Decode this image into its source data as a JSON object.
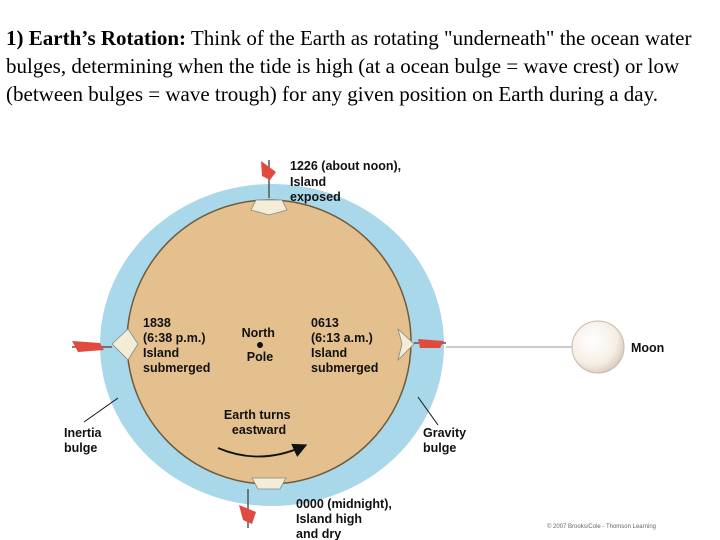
{
  "intro": {
    "heading": "1) Earth’s Rotation:",
    "body": " Think of the Earth as rotating \"underneath\" the ocean water bulges, determining when the tide is high (at a ocean bulge = wave crest) or low (between bulges = wave trough) for any given position on Earth during a day."
  },
  "diagram": {
    "top_label": [
      "1226 (about noon),",
      "Island",
      "exposed"
    ],
    "left_label": [
      "1838",
      "(6:38 p.m.)",
      "Island",
      "submerged"
    ],
    "right_label": [
      "0613",
      "(6:13 a.m.)",
      "Island",
      "submerged"
    ],
    "pole_label": [
      "North",
      "Pole"
    ],
    "rotation_label": [
      "Earth turns",
      "eastward"
    ],
    "bottom_label": [
      "0000 (midnight),",
      "Island high",
      "and dry"
    ],
    "inertia_label": [
      "Inertia",
      "bulge"
    ],
    "gravity_label": [
      "Gravity",
      "bulge"
    ],
    "moon_label": "Moon",
    "credit": "© 2007 Brooks/Cole - Thomson Learning"
  },
  "colors": {
    "ocean": "#a9d8ea",
    "earth": "#e3c08e",
    "island": "#f3ecd6",
    "flag": "#e04a40",
    "moon": "#f6eee4"
  }
}
